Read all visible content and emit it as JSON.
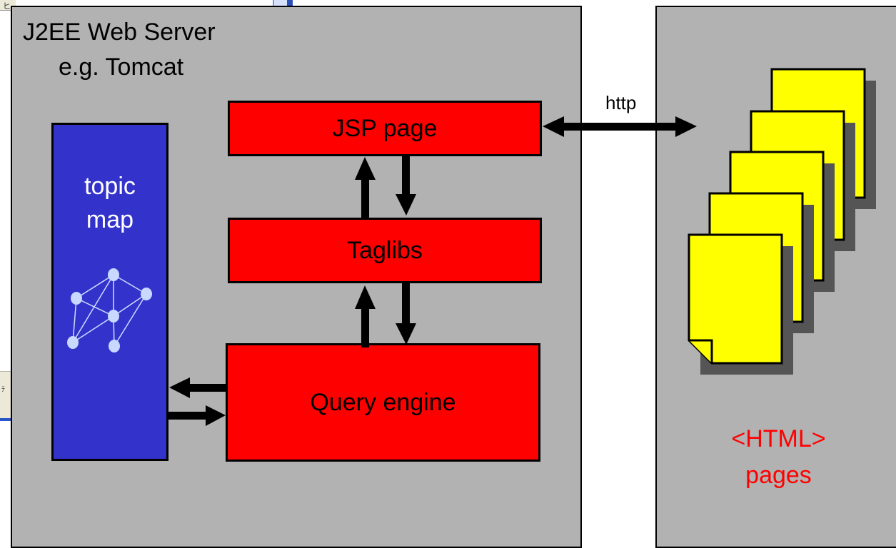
{
  "background_fragments": {
    "top_left_glyph": "ヒ",
    "left_panel_glyph": "ﾃ"
  },
  "server": {
    "title": "J2EE Web Server",
    "subtitle": "e.g. Tomcat"
  },
  "components": {
    "jsp": "JSP page",
    "taglibs": "Taglibs",
    "query_engine": "Query engine"
  },
  "topic_map": {
    "line1": "topic",
    "line2": "map"
  },
  "connection": {
    "protocol": "http"
  },
  "client": {
    "line1": "<HTML>",
    "line2": "pages"
  },
  "colors": {
    "panel": "#b2b2b2",
    "component": "#ff0000",
    "topic_map": "#3333cc",
    "page": "#ffff00",
    "client_text": "#ff0000"
  }
}
